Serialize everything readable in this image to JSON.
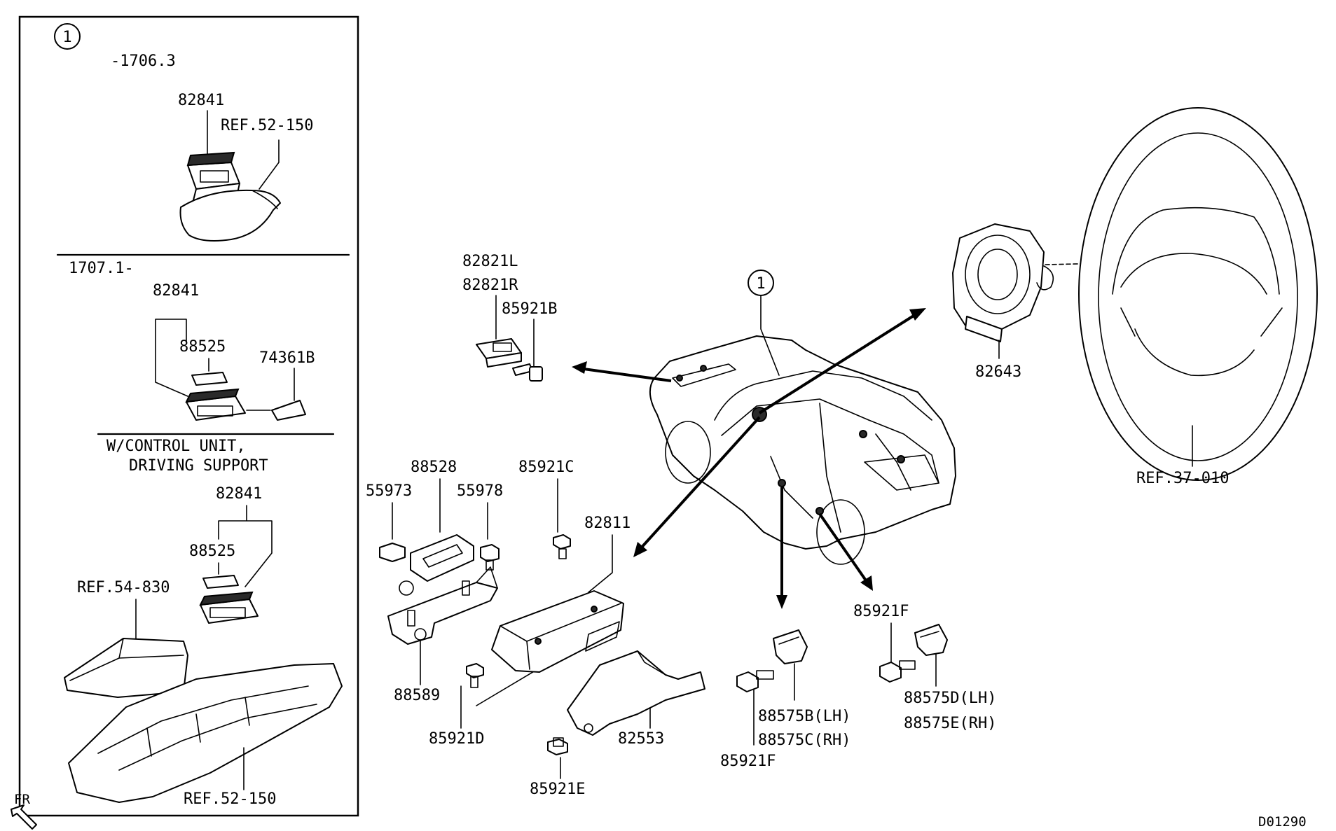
{
  "inset": {
    "callout_number": "1",
    "section_a": {
      "serial_range": "-1706.3",
      "part_82841": "82841",
      "ref_52_150": "REF.52-150"
    },
    "section_b": {
      "serial_range": "1707.1-",
      "part_82841": "82841",
      "part_88525": "88525",
      "part_74361B": "74361B"
    },
    "section_c": {
      "condition_line1": "W/CONTROL UNIT,",
      "condition_line2": "DRIVING SUPPORT",
      "part_82841": "82841",
      "part_88525": "88525",
      "ref_54_830": "REF.54-830",
      "ref_52_150": "REF.52-150"
    }
  },
  "orientation": {
    "label": "FR"
  },
  "main": {
    "callout_number": "1",
    "labels": {
      "p82821L": "82821L",
      "p82821R": "82821R",
      "p85921B": "85921B",
      "p82643": "82643",
      "ref_37_010": "REF.37-010",
      "p88528": "88528",
      "p55973": "55973",
      "p55978": "55978",
      "p85921C": "85921C",
      "p82811": "82811",
      "p88589": "88589",
      "p85921D": "85921D",
      "p82553": "82553",
      "p85921E": "85921E",
      "p85921F_left": "85921F",
      "p88575B": "88575B(LH)",
      "p88575C": "88575C(RH)",
      "p85921F_right": "85921F",
      "p88575D": "88575D(LH)",
      "p88575E": "88575E(RH)"
    },
    "drawing_code": "D01290"
  }
}
